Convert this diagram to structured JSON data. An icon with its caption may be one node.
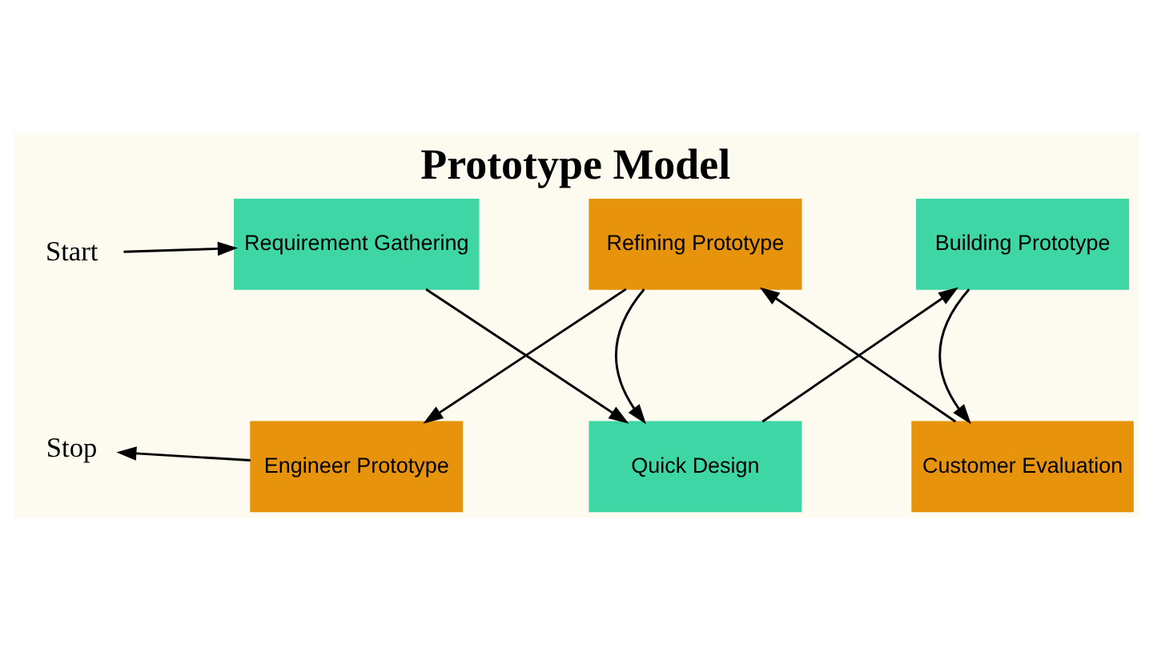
{
  "diagram": {
    "title": "Prototype Model",
    "nodes": [
      {
        "text": [
          "Start"
        ]
      },
      {
        "text": [
          "Requirement Gathering"
        ]
      },
      {
        "text": [
          "Quick Design"
        ]
      },
      {
        "text": [
          "Building Prototype"
        ]
      },
      {
        "text": [
          "Stop"
        ]
      },
      {
        "text": [
          "Engineer Prototype"
        ]
      },
      {
        "text": [
          "Refining Prototype"
        ]
      },
      {
        "text": [
          "Customer Evaluation"
        ]
      }
    ],
    "edges": [
      {
        "from": 0,
        "to": 1,
        "arrow": "to"
      },
      {
        "from": 1,
        "to": 2,
        "arrow": "to"
      },
      {
        "from": 2,
        "to": 3,
        "arrow": "to"
      },
      {
        "from": 3,
        "to": 7,
        "arrow": "to"
      },
      {
        "from": 7,
        "to": 6,
        "arrow": "to"
      },
      {
        "from": 6,
        "to": 2,
        "arrow": "to"
      },
      {
        "from": 6,
        "to": 5,
        "arrow": "to"
      },
      {
        "from": 5,
        "to": 4,
        "arrow": "to"
      }
    ]
  }
}
